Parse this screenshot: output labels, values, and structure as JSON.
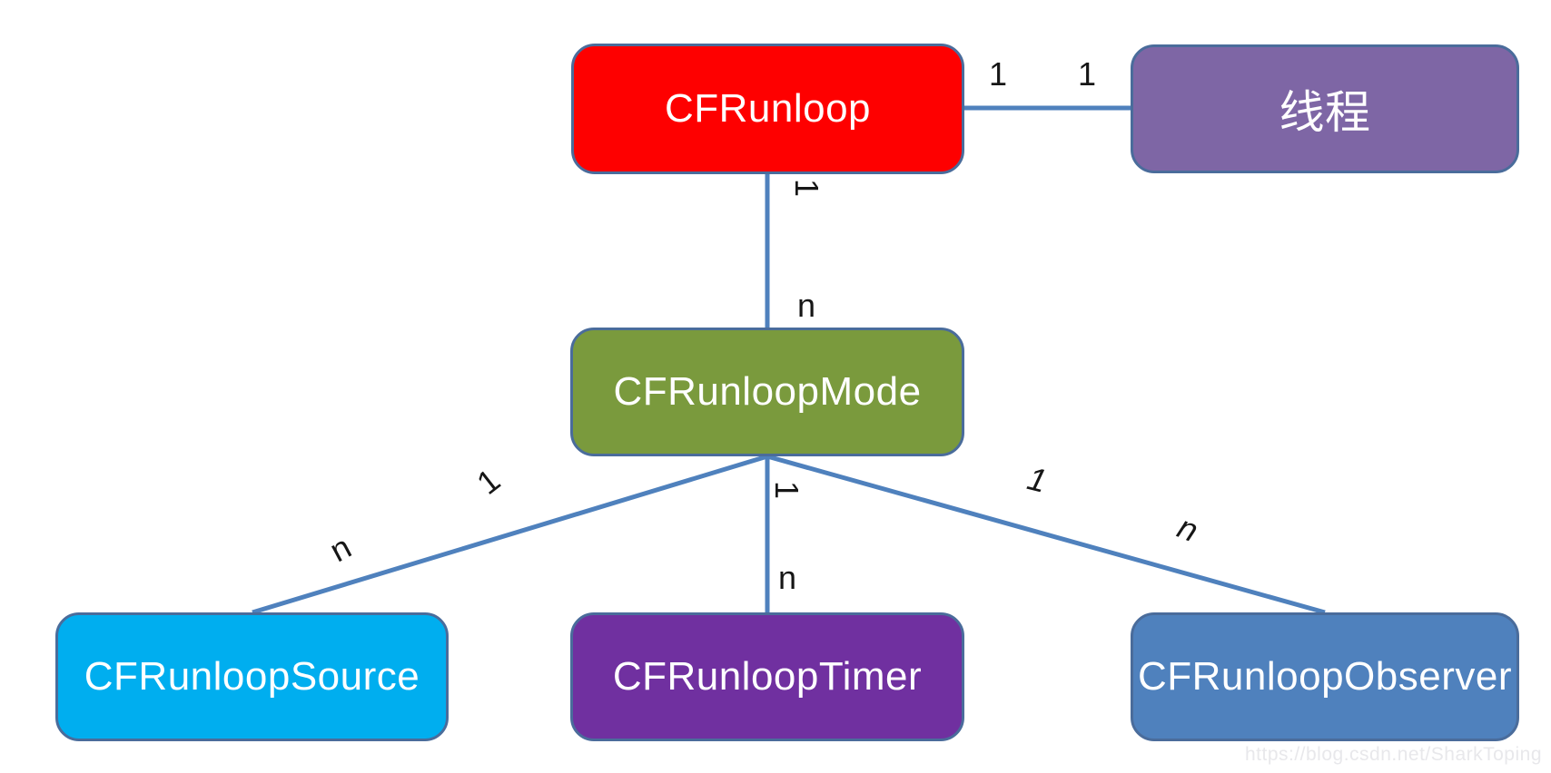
{
  "diagram": {
    "colors": {
      "connector": "#4F81BD",
      "node_border": "#4A6C9B",
      "label_text": "#161616"
    },
    "nodes": [
      {
        "id": "runloop",
        "label": "CFRunloop",
        "fill": "#FE0000"
      },
      {
        "id": "thread",
        "label": "线程",
        "fill": "#7E66A5"
      },
      {
        "id": "mode",
        "label": "CFRunloopMode",
        "fill": "#7A9A3D"
      },
      {
        "id": "source",
        "label": "CFRunloopSource",
        "fill": "#00AEEF"
      },
      {
        "id": "timer",
        "label": "CFRunloopTimer",
        "fill": "#7030A0"
      },
      {
        "id": "observer",
        "label": "CFRunloopObserver",
        "fill": "#4F81BD"
      }
    ],
    "edges": [
      {
        "id": "runloop-thread",
        "from": "runloop",
        "to": "thread",
        "from_label": "1",
        "to_label": "1"
      },
      {
        "id": "runloop-mode",
        "from": "runloop",
        "to": "mode",
        "from_label": "1",
        "to_label": "n"
      },
      {
        "id": "mode-source",
        "from": "mode",
        "to": "source",
        "from_label": "1",
        "to_label": "n"
      },
      {
        "id": "mode-timer",
        "from": "mode",
        "to": "timer",
        "from_label": "1",
        "to_label": "n"
      },
      {
        "id": "mode-observer",
        "from": "mode",
        "to": "observer",
        "from_label": "1",
        "to_label": "n"
      }
    ]
  },
  "watermark": {
    "text": "https://blog.csdn.net/SharkToping"
  }
}
